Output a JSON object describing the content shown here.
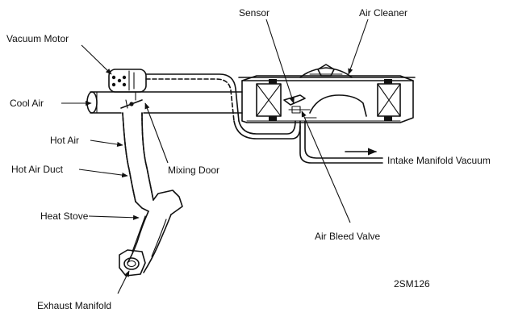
{
  "labels": {
    "vacuum_motor": "Vacuum Motor",
    "cool_air": "Cool Air",
    "hot_air": "Hot Air",
    "hot_air_duct": "Hot Air Duct",
    "heat_stove": "Heat Stove",
    "exhaust_manifold": "Exhaust Manifold",
    "mixing_door": "Mixing Door",
    "sensor": "Sensor",
    "air_cleaner": "Air Cleaner",
    "intake_manifold_vacuum": "Intake Manifold Vacuum",
    "air_bleed_valve": "Air Bleed Valve"
  },
  "figure_code": "2SM126",
  "colors": {
    "ink": "#111111",
    "background": "#ffffff"
  }
}
